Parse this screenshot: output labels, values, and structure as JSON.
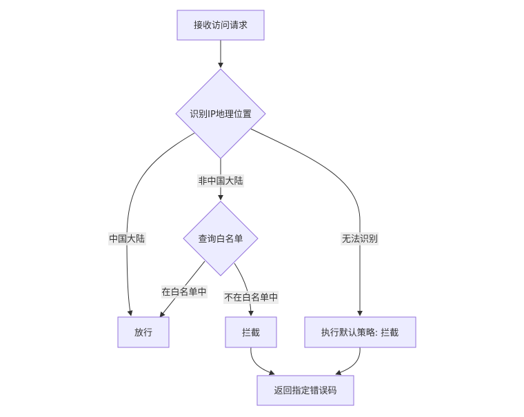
{
  "diagram": {
    "type": "flowchart",
    "direction": "top-down",
    "colors": {
      "node_fill": "#ECECFF",
      "node_stroke": "#9370DB",
      "edge": "#333333",
      "edge_label_bg": "#E8E8E8",
      "text": "#333333"
    },
    "nodes": {
      "receive": {
        "label": "接收访问请求",
        "shape": "rect"
      },
      "geo": {
        "label": "识别IP地理位置",
        "shape": "diamond"
      },
      "whitelist": {
        "label": "查询白名单",
        "shape": "diamond"
      },
      "allow": {
        "label": "放行",
        "shape": "rect"
      },
      "block": {
        "label": "拦截",
        "shape": "rect"
      },
      "default_policy": {
        "label": "执行默认策略: 拦截",
        "shape": "rect"
      },
      "return_error": {
        "label": "返回指定错误码",
        "shape": "rect"
      }
    },
    "edges": {
      "receive_geo": {
        "from": "receive",
        "to": "geo",
        "label": ""
      },
      "geo_whitelist": {
        "from": "geo",
        "to": "whitelist",
        "label": "非中国大陆"
      },
      "geo_allow": {
        "from": "geo",
        "to": "allow",
        "label": "中国大陆"
      },
      "geo_default": {
        "from": "geo",
        "to": "default_policy",
        "label": "无法识别"
      },
      "whitelist_allow": {
        "from": "whitelist",
        "to": "allow",
        "label": "在白名单中"
      },
      "whitelist_block": {
        "from": "whitelist",
        "to": "block",
        "label": "不在白名单中"
      },
      "block_return": {
        "from": "block",
        "to": "return_error",
        "label": ""
      },
      "default_return": {
        "from": "default_policy",
        "to": "return_error",
        "label": ""
      }
    }
  }
}
